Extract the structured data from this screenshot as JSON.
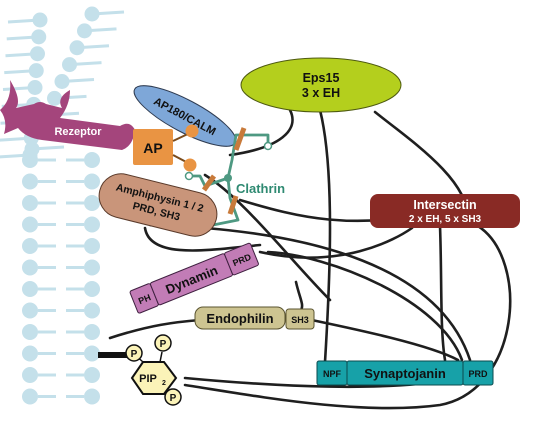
{
  "labels": {
    "receptor": "Rezeptor",
    "ap180": "AP180/CALM",
    "ap": "AP",
    "clathrin": "Clathrin",
    "amphiphysin_line1": "Amphiphysin 1 / 2",
    "amphiphysin_line2": "PRD, SH3",
    "eps15_line1": "Eps15",
    "eps15_line2": "3 x EH",
    "intersectin_line1": "Intersectin",
    "intersectin_line2": "2 x EH, 5 x SH3",
    "dynamin": "Dynamin",
    "dynamin_prd": "PRD",
    "dynamin_ph": "PH",
    "endophilin": "Endophilin",
    "endophilin_sh3": "SH3",
    "synaptojanin": "Synaptojanin",
    "synaptojanin_npf": "NPF",
    "synaptojanin_prd": "PRD",
    "pip2": "PIP",
    "pip2_sub": "2",
    "phosphate": "P"
  },
  "colors": {
    "membrane": "#c4e0ea",
    "receptor": "#a4457c",
    "ap180": "#7ea7d8",
    "ap": "#e99443",
    "clathrin": "#4e9982",
    "clathrin_bar": "#c87a3a",
    "amphiphysin": "#c9957a",
    "eps15": "#b4cf1d",
    "intersectin": "#892a25",
    "dynamin": "#c27cb6",
    "endophilin": "#cdc491",
    "synaptojanin": "#17a1a8",
    "pip2": "#fbf3b8",
    "lines": "#1f1f1f"
  }
}
